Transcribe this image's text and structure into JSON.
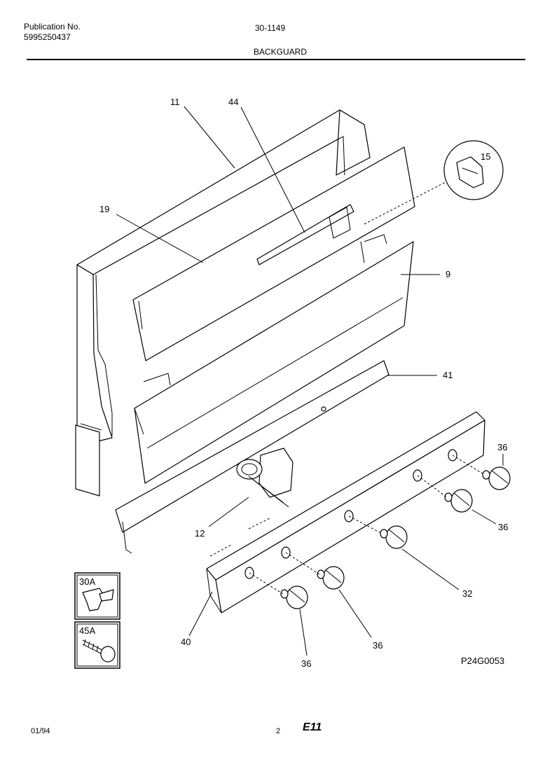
{
  "header": {
    "publication_label": "Publication No.",
    "publication_number": "5995250437",
    "model": "30-1149",
    "section": "BACKGUARD"
  },
  "callouts": {
    "c11": "11",
    "c44": "44",
    "c15": "15",
    "c19": "19",
    "c9": "9",
    "c41": "41",
    "c36a": "36",
    "c36b": "36",
    "c12": "12",
    "c32": "32",
    "c36c": "36",
    "c36d": "36",
    "c40": "40"
  },
  "insets": {
    "a": "30A",
    "b": "45A"
  },
  "drawing_code": "P24G0053",
  "footer": {
    "date": "01/94",
    "page": "2",
    "mark": "E11"
  }
}
